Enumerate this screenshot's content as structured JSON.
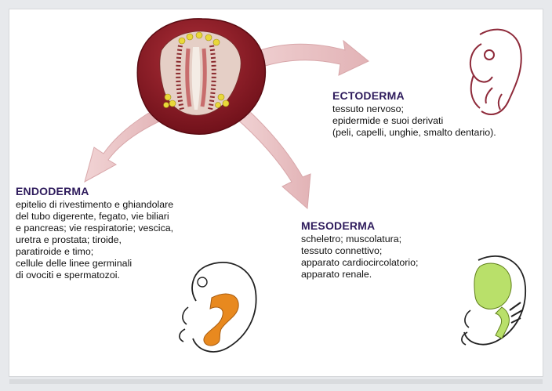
{
  "ectoderm": {
    "heading": "ECTODERMA",
    "lines": [
      "tessuto nervoso;",
      "epidermide e suoi derivati",
      "(peli, capelli, unghie, smalto dentario)."
    ]
  },
  "endoderm": {
    "heading": "ENDODERMA",
    "lines": [
      "epitelio di rivestimento e ghiandolare",
      "del tubo digerente, fegato, vie biliari",
      "e pancreas; vie respiratorie; vescica,",
      "uretra e prostata; tiroide,",
      "paratiroide e timo;",
      "cellule delle linee germinali",
      "di ovociti e spermatozoi."
    ]
  },
  "mesoderm": {
    "heading": "MESODERMA",
    "lines": [
      "scheletro; muscolatura;",
      "tessuto connettivo;",
      "apparato cardiocircolatorio;",
      "apparato renale."
    ]
  },
  "colors": {
    "heading": "#2e1b5c",
    "arrow": "#e9c4c6",
    "embryo_outer": "#8a1a24",
    "endoderm_fill": "#e8891f",
    "mesoderm_fill": "#b9e06a"
  }
}
